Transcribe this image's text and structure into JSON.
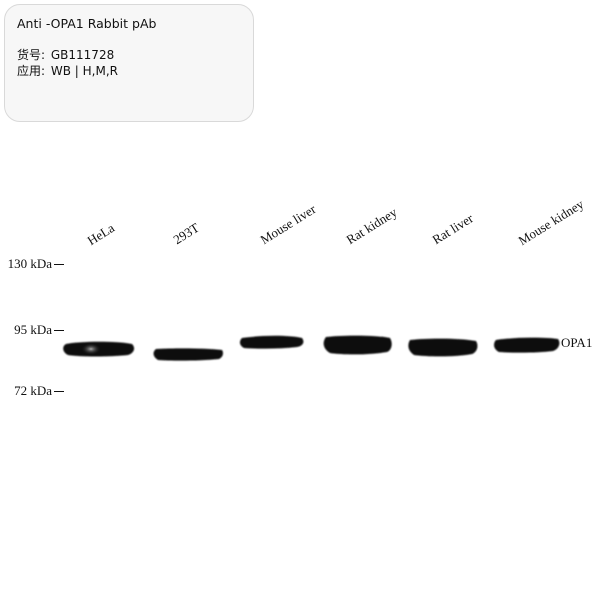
{
  "info": {
    "title": "Anti -OPA1 Rabbit pAb",
    "catalog_key": "货号:",
    "catalog_value": "GB111728",
    "application_key": "应用:",
    "application_value": "WB | H,M,R"
  },
  "lanes": [
    {
      "label": "HeLa"
    },
    {
      "label": "293T"
    },
    {
      "label": "Mouse liver"
    },
    {
      "label": "Rat kidney"
    },
    {
      "label": "Rat liver"
    },
    {
      "label": "Mouse kidney"
    }
  ],
  "markers": [
    {
      "label": "130 kDa"
    },
    {
      "label": "95 kDa"
    },
    {
      "label": "72 kDa"
    }
  ],
  "band_label": "OPA1",
  "colors": {
    "band": "#0a0a0a",
    "card_bg": "#f7f7f7"
  }
}
